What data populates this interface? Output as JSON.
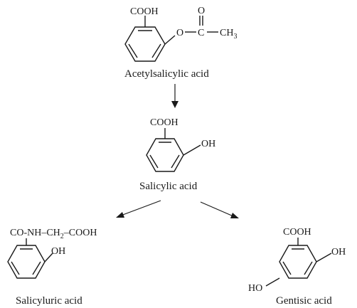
{
  "compounds": {
    "acetylsalicylic": {
      "name": "Acetylsalicylic acid",
      "cooh": "COOH",
      "ester_o": "O",
      "carbonyl_c": "C",
      "carbonyl_o": "O",
      "methyl": "CH",
      "methyl_sub": "3"
    },
    "salicylic": {
      "name": "Salicylic acid",
      "cooh": "COOH",
      "oh": "OH"
    },
    "salicyluric": {
      "name": "Salicyluric acid",
      "side_chain": "CO-NH–CH",
      "side_chain_sub": "2",
      "side_chain_end": "–COOH",
      "oh": "OH"
    },
    "gentisic": {
      "name": "Gentisic acid",
      "cooh": "COOH",
      "oh_top": "OH",
      "oh_bottom": "HO"
    }
  },
  "colors": {
    "ink": "#1a1a1a",
    "background": "#ffffff"
  }
}
